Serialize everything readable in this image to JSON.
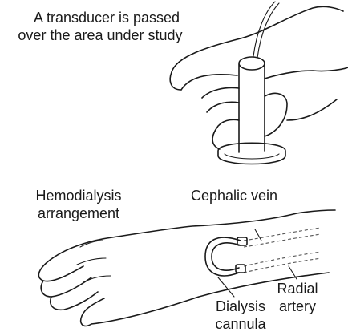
{
  "top_caption": {
    "line1": "A transducer is passed",
    "line2": "over the area under study"
  },
  "bottom_labels": {
    "hemodialysis_line1": "Hemodialysis",
    "hemodialysis_line2": "arrangement",
    "cephalic_vein": "Cephalic vein",
    "dialysis_line1": "Dialysis",
    "dialysis_line2": "cannula",
    "radial_line1": "Radial",
    "radial_line2": "artery"
  }
}
